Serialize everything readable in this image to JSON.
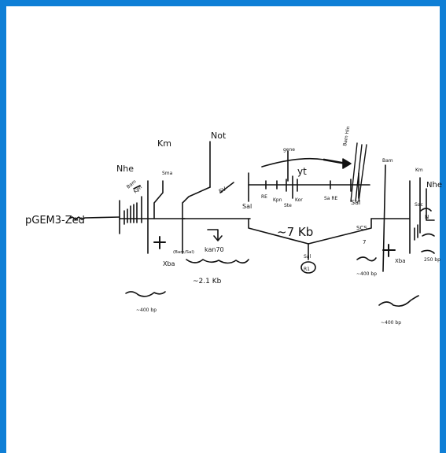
{
  "labels": {
    "plasmid": "pGEM3-Zed",
    "nhe_left": "Nhe",
    "bam_left": "Bam",
    "kpn_left": "Kpn",
    "sma_left": "Sma",
    "km_left": "Km",
    "not": "Not",
    "ev": "EV",
    "xba_left": "Xba",
    "bam_sal": "(Bam/Sal)",
    "kan": "kan70",
    "size_21": "~2.1 Kb",
    "size_400_left": "~400 bp",
    "sal_left": "Sal",
    "sal_right": "Sal",
    "re": "RE",
    "kpn_mid": "Kpn",
    "kor": "Kor",
    "ste": "Ste",
    "sa_re": "Sa RE",
    "gene_top": "gene",
    "ytplus": "yt",
    "bam_top": "Bam Hin",
    "size_7": "~7 Kb",
    "sal_bottom": "Sal",
    "r1": "R1",
    "scs": "SCS",
    "scs7": "7",
    "size_400_mid": "~400 bp",
    "xba_right": "Xba",
    "size_400_right": "~400 bp",
    "bam_right": "Bam",
    "km_right": "Km",
    "nhe_right": "Nhe",
    "sac": "Sac",
    "n_right": "N",
    "size_250": "250 bp"
  },
  "colors": {
    "border": "#0f7fd6",
    "ink": "#111111"
  }
}
